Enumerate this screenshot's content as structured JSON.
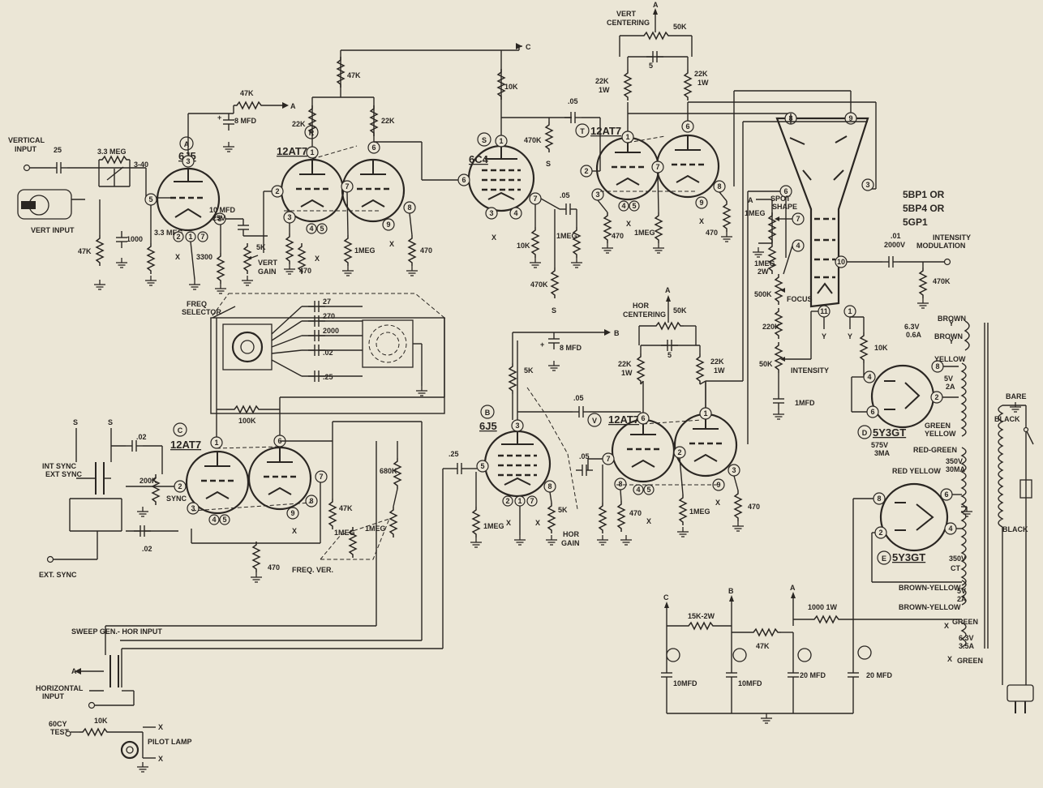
{
  "labels": {
    "vertical_input": [
      "VERTICAL",
      "INPUT"
    ],
    "vert_input_jack": "VERT INPUT",
    "horizontal_input": [
      "HORIZONTAL",
      "INPUT"
    ],
    "ext_sync": "EXT. SYNC",
    "int_ext_sync": [
      "INT SYNC",
      "EXT SYNC"
    ],
    "sweep_gen": "SWEEP GEN.- HOR INPUT",
    "freq_selector": [
      "FREQ",
      "SELECTOR"
    ],
    "freq_ver": "FREQ. VER.",
    "sync": "SYNC",
    "vert_gain": [
      "VERT",
      "GAIN"
    ],
    "hor_gain": [
      "HOR",
      "GAIN"
    ],
    "vert_centering": [
      "VERT",
      "CENTERING"
    ],
    "hor_centering": [
      "HOR",
      "CENTERING"
    ],
    "spot_shape": [
      "SPOT",
      "SHAPE"
    ],
    "focus": "FOCUS",
    "intensity": "INTENSITY",
    "intensity_modulation": [
      "INTENSITY",
      "MODULATION"
    ],
    "test_60cy": [
      "60CY",
      "TEST"
    ],
    "pilot_lamp": "PILOT LAMP",
    "crt_types": [
      "5BP1 OR",
      "5BP4 OR",
      "5GP1"
    ],
    "arrow_a": "A",
    "arrow_b": "B",
    "arrow_c": "C",
    "s_mark": "S",
    "x_mark": "X",
    "y_mark": "Y"
  },
  "tubes": {
    "A": "6J5",
    "R": "12AT7",
    "S": "6C4",
    "T": "12AT7",
    "B": "6J5",
    "V": "12AT7",
    "C": "12AT7",
    "D": "5Y3GT",
    "E": "5Y3GT"
  },
  "components": {
    "c_input": "25",
    "r_33meg": "3.3 MEG",
    "c_340": "3-40",
    "r_47k_a": "47K",
    "c_1000": "1000",
    "r_33meg_b": "3.3 MEG",
    "r_47k_plate_a": "47K",
    "c_8mfd_a": "8 MFD",
    "c_10mfd": [
      "10 MFD",
      "25V"
    ],
    "r_3300": "3300",
    "r_5k_vg": "5K",
    "r_47k_top": "47K",
    "r_22k_r1": "22K",
    "r_22k_r2": "22K",
    "r_470_r": "470",
    "r_1meg_r": "1MEG",
    "r_470_r2": "470",
    "r_10k_s": "10K",
    "r_470k_s": "470K",
    "c_05_s": ".05",
    "c_05_s2": ".05",
    "r_10k_s2": "10K",
    "r_1meg_s": "1MEG",
    "r_470k_s2": "470K",
    "c_05_t": ".05",
    "r_50k_v": "50K",
    "c_5_v": "5",
    "r_22k_1w_v1": [
      "22K",
      "1W"
    ],
    "r_22k_1w_v2": [
      "22K",
      "1W"
    ],
    "r_470_t": "470",
    "r_1meg_t": "1MEG",
    "r_470_t2": "470",
    "freq_caps": [
      "27",
      "270",
      "2000",
      ".02",
      ".25"
    ],
    "r_100k": "100K",
    "c_02_a": ".02",
    "c_02_b": ".02",
    "r_200k": "200K",
    "r_47k_c": "47K",
    "r_1meg_c": "1MEG",
    "r_680k": "680K",
    "r_470_c": "470",
    "c_8mfd_b": "8 MFD",
    "r_5k_b": "5K",
    "c_05_b": ".05",
    "c_25_b": ".25",
    "r_1meg_b": "1MEG",
    "r_5k_hg": "5K",
    "c_05_v": ".05",
    "r_470_v": "470",
    "r_1meg_v": "1MEG",
    "r_470_v2": "470",
    "r_50k_h": "50K",
    "c_5_h": "5",
    "r_22k_1w_h1": [
      "22K",
      "1W"
    ],
    "r_22k_1w_h2": [
      "22K",
      "1W"
    ],
    "r_1meg_2w": [
      "1MEG",
      "2W"
    ],
    "r_500k": "500K",
    "r_220k": "220K",
    "r_50k_i": "50K",
    "c_1mfd": "1MFD",
    "r_10k_crt": "10K",
    "c_01_2000v": [
      ".01",
      "2000V"
    ],
    "r_470k_im": "470K",
    "r_15k_2w": "15K-2W",
    "r_47k_ps": "47K",
    "r_1000_1w": "1000 1W",
    "c_10mfd_p1": "10MFD",
    "c_10mfd_p2": "10MFD",
    "c_20mfd_p1": "20 MFD",
    "c_20mfd_p2": "20 MFD",
    "r_10k_pilot": "10K"
  },
  "transformer": {
    "brown": "BROWN",
    "brown2": "BROWN",
    "v63_06a": [
      "6.3V",
      "0.6A"
    ],
    "yellow": "YELLOW",
    "v5_2a": [
      "5V",
      "2A"
    ],
    "green_yellow": [
      "GREEN",
      "YELLOW"
    ],
    "v575_3ma": [
      "575V",
      "3MA"
    ],
    "red_green": "RED-GREEN",
    "v350_30ma": [
      "350V",
      "30MA"
    ],
    "red_yellow": "RED YELLOW",
    "v350_ct": [
      "350V",
      "CT"
    ],
    "brown_yellow1": "BROWN-YELLOW",
    "brown_yellow2": "BROWN-YELLOW",
    "v5_2a_b": [
      "5V",
      "2A"
    ],
    "green1": "GREEN",
    "green2": "GREEN",
    "v63_35a": [
      "6.3V",
      "3.5A"
    ],
    "bare": "BARE",
    "black": "BLACK",
    "black2": "BLACK"
  }
}
